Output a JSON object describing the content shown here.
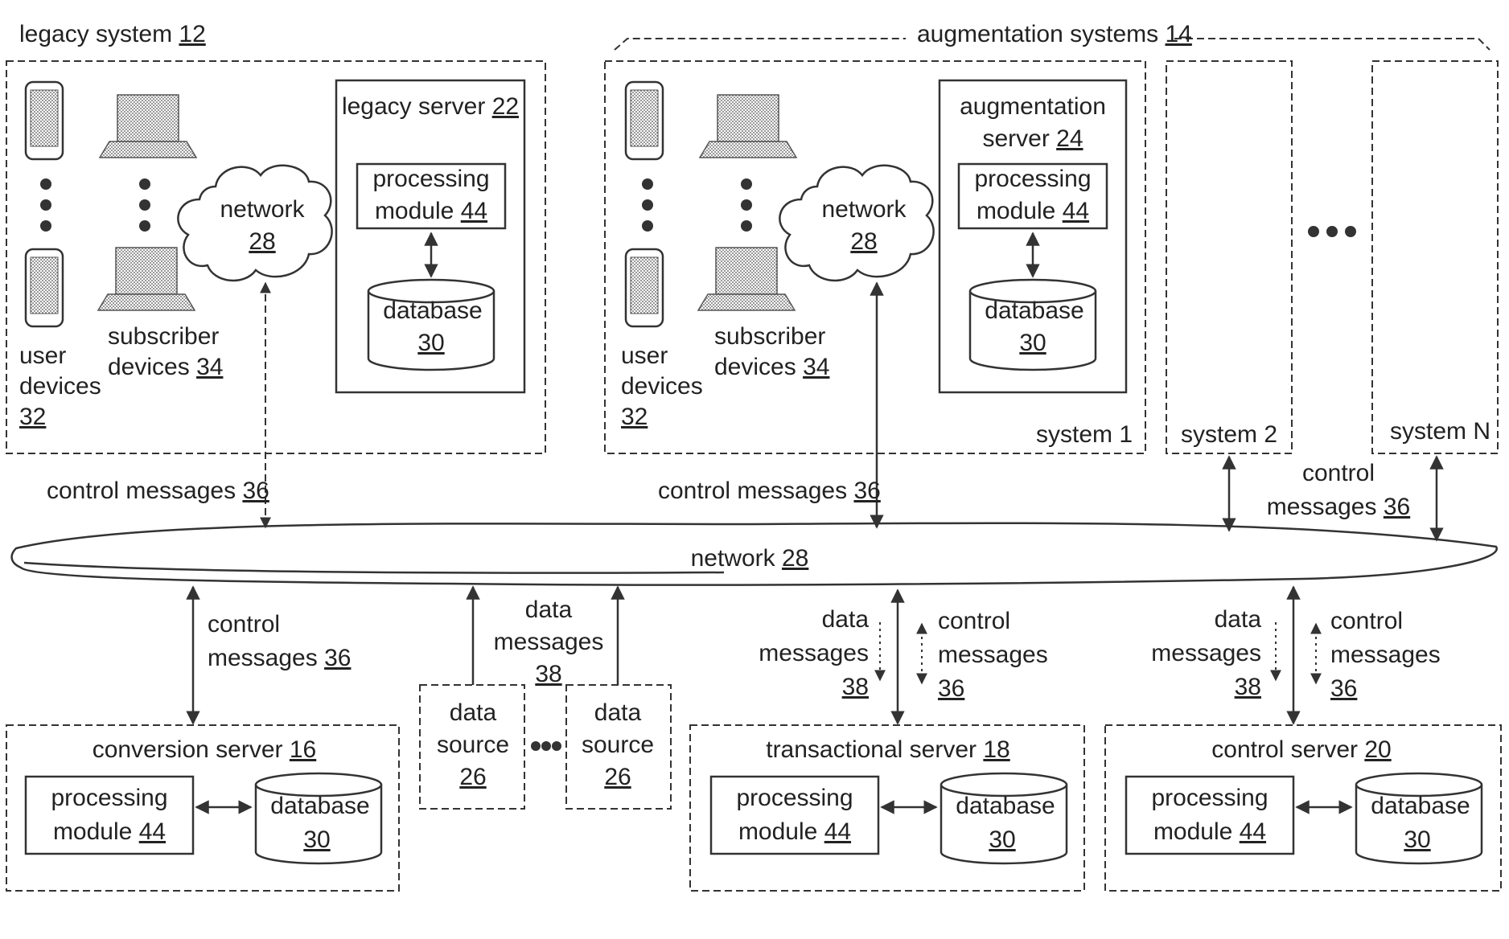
{
  "legacy": {
    "title": "legacy system",
    "title_ref": "12",
    "server_name": "legacy server",
    "server_ref": "22",
    "proc_l1": "processing",
    "proc_l2": "module",
    "proc_ref": "44",
    "db_label": "database",
    "db_ref": "30",
    "net_label": "network",
    "net_ref": "28",
    "user_l1": "user",
    "user_l2": "devices",
    "user_ref": "32",
    "sub_l1": "subscriber",
    "sub_l2": "devices",
    "sub_ref": "34"
  },
  "aug": {
    "title": "augmentation systems",
    "title_ref": "14",
    "server_l1": "augmentation",
    "server_l2": "server",
    "server_ref": "24",
    "proc_l1": "processing",
    "proc_l2": "module",
    "proc_ref": "44",
    "db_label": "database",
    "db_ref": "30",
    "net_label": "network",
    "net_ref": "28",
    "user_l1": "user",
    "user_l2": "devices",
    "user_ref": "32",
    "sub_l1": "subscriber",
    "sub_l2": "devices",
    "sub_ref": "34",
    "system1": "system 1",
    "system2": "system 2",
    "systemN": "system N"
  },
  "main_network": {
    "label": "network",
    "ref": "28"
  },
  "labels": {
    "control_messages": "control messages",
    "control": "control",
    "messages": "messages",
    "control_ref": "36",
    "data": "data",
    "data_ref": "38"
  },
  "data_source": {
    "l1": "data",
    "l2": "source",
    "ref": "26"
  },
  "conversion": {
    "title": "conversion server",
    "ref": "16"
  },
  "transactional": {
    "title": "transactional server",
    "ref": "18"
  },
  "control_server": {
    "title": "control server",
    "ref": "20"
  },
  "module": {
    "proc_l1": "processing",
    "proc_l2": "module",
    "proc_ref": "44",
    "db_label": "database",
    "db_ref": "30"
  }
}
